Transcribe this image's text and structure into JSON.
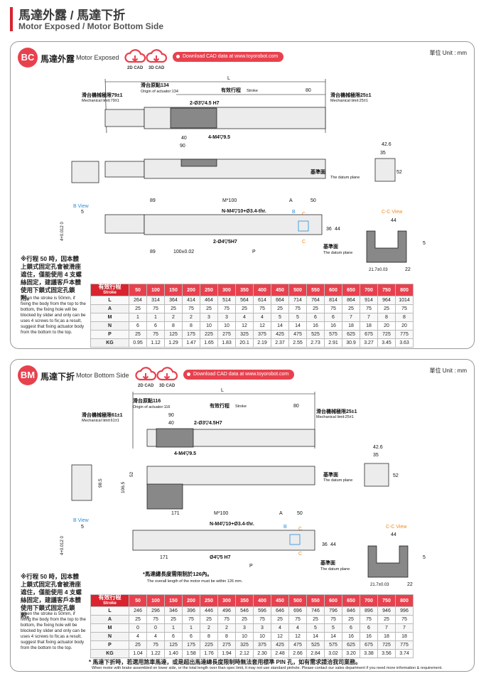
{
  "header": {
    "title_cn": "馬達外露 / 馬達下折",
    "title_en": "Motor Exposed / Motor Bottom Side"
  },
  "common": {
    "unit": "單位 Unit : mm",
    "cad2d": "2D CAD",
    "cad3d": "3D CAD",
    "download": "Download CAD data at www.toyorobot.com",
    "note_cn": "※行程 50 時，因本體上鎖式固定孔會被滑座遮住，僅能使用 4 支螺絲固定，建議客戶本體使用下鎖式固定孔鎖附。",
    "note_en": "When the stroke is 50mm, if fixing the body from the top to the bottom, the fixing hole will be blocked by slider and only can be uses 4 screws to fix;as a result, suggest that fixing actuator body from the bottom to the top.",
    "row_head_cn": "有效行程",
    "row_head_en": "Stroke",
    "strokes": [
      "50",
      "100",
      "150",
      "200",
      "250",
      "300",
      "350",
      "400",
      "450",
      "500",
      "550",
      "600",
      "650",
      "700",
      "750",
      "800"
    ],
    "labels": {
      "L": "L",
      "origin_cn": "滑台原點",
      "origin_en": "Origin of actuator:",
      "stroke_cn": "有效行程",
      "stroke_en": "Stroke",
      "mech_cn": "滑台機械極限",
      "mech_en": "Mechanical limit:",
      "holes_top": "2-Ø3▽4.5 H7",
      "m4_95": "4-M4▽9.5",
      "datum_cn": "基準面",
      "datum_en": "The datum plane",
      "bview": "B View",
      "ccview": "C-C View",
      "m100": "M*100",
      "a": "A",
      "p": "P",
      "b": "B",
      "c": "C",
      "nm4": "N-M4▽10+Ø3.4-thr.",
      "two_holes_bottom": "2-Ø4▽5H7",
      "d_89": "89",
      "d_100": "100±0.02",
      "d_80": "80",
      "d_40": "40",
      "d_90": "90",
      "d_50": "50",
      "d_42_6": "42.6",
      "d_35": "35",
      "d_52": "52",
      "d_5": "5",
      "d_44": "44",
      "d_36": "36",
      "d_22": "22",
      "d_21_7": "21.7±0.03",
      "d_4": "4+0.012 0"
    }
  },
  "bc": {
    "badge": "BC",
    "title_cn": "馬達外露",
    "title_en": "Motor Exposed",
    "origin_val": "134",
    "mech_left": "79±1",
    "mech_right": "25±1",
    "rows": [
      {
        "label": "L",
        "values": [
          "264",
          "314",
          "364",
          "414",
          "464",
          "514",
          "564",
          "614",
          "664",
          "714",
          "764",
          "814",
          "864",
          "914",
          "964",
          "1014"
        ]
      },
      {
        "label": "A",
        "values": [
          "25",
          "75",
          "25",
          "75",
          "25",
          "75",
          "25",
          "75",
          "25",
          "75",
          "25",
          "75",
          "25",
          "75",
          "25",
          "75"
        ]
      },
      {
        "label": "M",
        "values": [
          "1",
          "1",
          "2",
          "2",
          "3",
          "3",
          "4",
          "4",
          "5",
          "5",
          "6",
          "6",
          "7",
          "7",
          "8",
          "8"
        ]
      },
      {
        "label": "N",
        "values": [
          "6",
          "6",
          "8",
          "8",
          "10",
          "10",
          "12",
          "12",
          "14",
          "14",
          "16",
          "16",
          "18",
          "18",
          "20",
          "20"
        ]
      },
      {
        "label": "P",
        "values": [
          "25",
          "75",
          "125",
          "175",
          "225",
          "275",
          "325",
          "375",
          "425",
          "475",
          "525",
          "575",
          "625",
          "675",
          "725",
          "775"
        ]
      },
      {
        "label": "KG",
        "values": [
          "0.95",
          "1.12",
          "1.29",
          "1.47",
          "1.65",
          "1.83",
          "20.1",
          "2.19",
          "2.37",
          "2.55",
          "2.73",
          "2.91",
          "30.9",
          "3.27",
          "3.45",
          "3.63"
        ]
      }
    ]
  },
  "bm": {
    "badge": "BM",
    "title_cn": "馬達下折",
    "title_en": "Motor Bottom Side",
    "origin_val": "116",
    "mech_left": "61±1",
    "mech_right": "25±1",
    "holes_top": "2-Ø3▽4.5H7",
    "d_171": "171",
    "d_106_5": "106.5",
    "d_98_5": "98.5",
    "d_45": "Ø4▽5 H7",
    "length_note_cn": "*馬達總長度需限制於126內。",
    "length_note_en": "The overall length of the motor must be within 126 mm.",
    "footnote_cn": "* 馬達下折時，若選用煞車馬達，或是超出馬達總長度限制時無法套用標準 PIN 孔，如有需求請洽我司業務。",
    "footnote_en": "When motor with brake assembled on lower side, or the total length over than spec limit, it may not use standard pinhole. Please contact our sales department if you need more information & requirement.",
    "rows": [
      {
        "label": "L",
        "values": [
          "246",
          "296",
          "346",
          "396",
          "446",
          "496",
          "546",
          "596",
          "646",
          "696",
          "746",
          "796",
          "846",
          "896",
          "946",
          "996"
        ]
      },
      {
        "label": "A",
        "values": [
          "25",
          "75",
          "25",
          "75",
          "25",
          "75",
          "25",
          "75",
          "25",
          "75",
          "25",
          "75",
          "25",
          "75",
          "25",
          "75"
        ]
      },
      {
        "label": "M",
        "values": [
          "0",
          "0",
          "1",
          "1",
          "2",
          "2",
          "3",
          "3",
          "4",
          "4",
          "5",
          "5",
          "6",
          "6",
          "7",
          "7"
        ]
      },
      {
        "label": "N",
        "values": [
          "4",
          "4",
          "6",
          "6",
          "8",
          "8",
          "10",
          "10",
          "12",
          "12",
          "14",
          "14",
          "16",
          "16",
          "18",
          "18"
        ]
      },
      {
        "label": "P",
        "values": [
          "25",
          "75",
          "125",
          "175",
          "225",
          "275",
          "325",
          "375",
          "425",
          "475",
          "525",
          "575",
          "625",
          "675",
          "725",
          "775"
        ]
      },
      {
        "label": "KG",
        "values": [
          "1.04",
          "1.22",
          "1.40",
          "1.58",
          "1.76",
          "1.94",
          "2.12",
          "2.30",
          "2.48",
          "2.66",
          "2.84",
          "3.02",
          "3.20",
          "3.38",
          "3.56",
          "3.74"
        ]
      }
    ]
  },
  "colors": {
    "accent": "#e8414e",
    "dark_accent": "#d9232e",
    "blue": "#2a8ed8",
    "orange": "#f08a1c"
  }
}
